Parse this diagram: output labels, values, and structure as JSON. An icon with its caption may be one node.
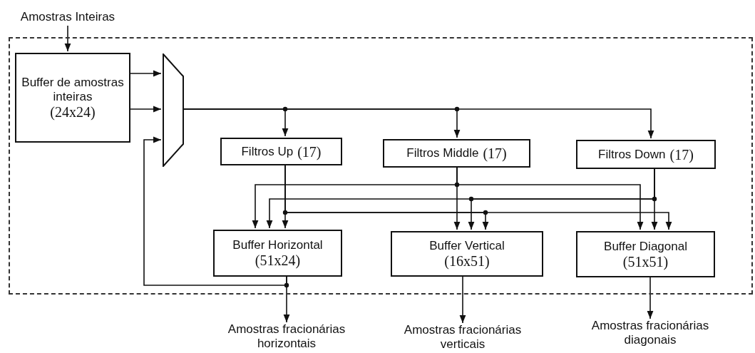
{
  "diagram": {
    "nodes": [
      {
        "text": [],
        "shape": "box"
      },
      {
        "text": [
          "Amostras Inteiras"
        ]
      },
      {
        "text": [
          "Buffer de amostras inteiras",
          "(24x24)"
        ],
        "in": 0
      },
      {
        "text": [],
        "shape": "trapezoid",
        "in": 0
      },
      {
        "text": [
          "Filtros Up",
          "(17)"
        ],
        "in": 0
      },
      {
        "text": [
          "Filtros Middle",
          "(17)"
        ],
        "in": 0
      },
      {
        "text": [
          "Filtros Down",
          "(17)"
        ],
        "in": 0
      },
      {
        "text": [
          "Buffer Horizontal",
          "(51x24)"
        ],
        "in": 0
      },
      {
        "text": [
          "Buffer Vertical",
          "(16x51)"
        ],
        "in": 0
      },
      {
        "text": [
          "Buffer Diagonal",
          "(51x51)"
        ],
        "in": 0
      },
      {
        "text": [
          "Amostras fracionárias horizontais"
        ]
      },
      {
        "text": [
          "Amostras fracionárias verticais"
        ]
      },
      {
        "text": [
          "Amostras fracionárias diagonais"
        ]
      }
    ],
    "edges": [
      {
        "from": 1,
        "to": 2,
        "arrow": "to"
      },
      {
        "from": 2,
        "to": 3,
        "arrow": "to"
      },
      {
        "from": 2,
        "to": 3,
        "arrow": "to"
      },
      {
        "from": 3,
        "to": 4,
        "arrow": "to"
      },
      {
        "from": 3,
        "to": 5,
        "arrow": "to"
      },
      {
        "from": 3,
        "to": 6,
        "arrow": "to"
      },
      {
        "from": 4,
        "to": 7,
        "arrow": "to"
      },
      {
        "from": 4,
        "to": 8,
        "arrow": "to"
      },
      {
        "from": 4,
        "to": 9,
        "arrow": "to"
      },
      {
        "from": 5,
        "to": 7,
        "arrow": "to"
      },
      {
        "from": 5,
        "to": 8,
        "arrow": "to"
      },
      {
        "from": 5,
        "to": 9,
        "arrow": "to"
      },
      {
        "from": 6,
        "to": 7,
        "arrow": "to"
      },
      {
        "from": 6,
        "to": 8,
        "arrow": "to"
      },
      {
        "from": 6,
        "to": 9,
        "arrow": "to"
      },
      {
        "from": 7,
        "to": 10,
        "arrow": "to"
      },
      {
        "from": 7,
        "to": 3,
        "arrow": "to"
      },
      {
        "from": 8,
        "to": 11,
        "arrow": "to"
      },
      {
        "from": 9,
        "to": 12,
        "arrow": "to"
      }
    ]
  }
}
